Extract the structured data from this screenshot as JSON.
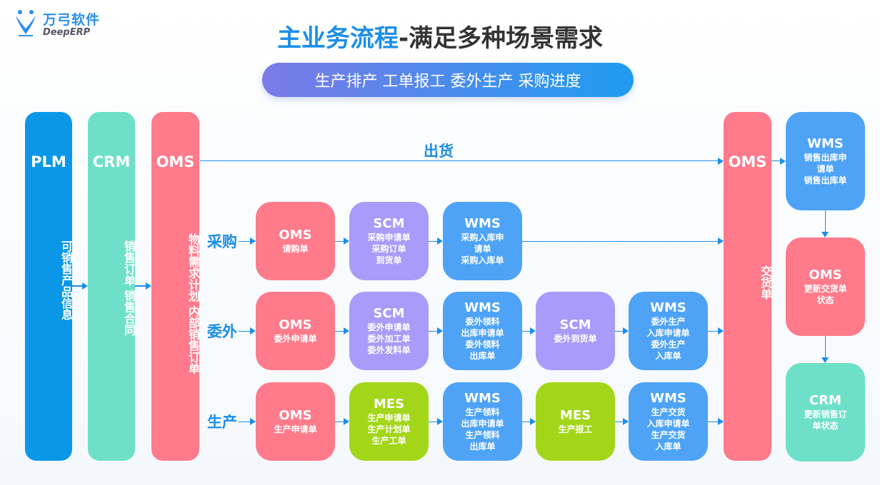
{
  "logo": {
    "cn": "万弓软件",
    "en": "DeepERP"
  },
  "title": {
    "highlight": "主业务流程",
    "rest": "-满足多种场景需求"
  },
  "subtitle": "生产排产 工单报工 委外生产 采购进度",
  "columns": {
    "plm": {
      "title": "PLM",
      "text": "可销售产品信息"
    },
    "crm": {
      "title": "CRM",
      "text": "销售订单 销售合同"
    },
    "oms": {
      "title": "OMS",
      "text": "物料需求计划 内部销售订单"
    },
    "oms_right": {
      "title": "OMS",
      "text": "交货单"
    }
  },
  "ship_label": "出货",
  "rows": [
    {
      "label": "采购",
      "boxes": [
        {
          "title": "OMS",
          "sub": "请购单",
          "color": "pink"
        },
        {
          "title": "SCM",
          "sub": "采购申请单\n采购订单\n到货单",
          "color": "purple"
        },
        {
          "title": "WMS",
          "sub": "采购入库申\n请单\n采购入库单",
          "color": "blue"
        }
      ]
    },
    {
      "label": "委外",
      "boxes": [
        {
          "title": "OMS",
          "sub": "委外申请单",
          "color": "pink"
        },
        {
          "title": "SCM",
          "sub": "委外申请单\n委外加工单\n委外发料单",
          "color": "purple"
        },
        {
          "title": "WMS",
          "sub": "委外领料\n出库申请单\n委外领料\n出库单",
          "color": "blue"
        },
        {
          "title": "SCM",
          "sub": "委外到货单",
          "color": "purple"
        },
        {
          "title": "WMS",
          "sub": "委外生产\n入库申请单\n委外生产\n入库单",
          "color": "blue"
        }
      ]
    },
    {
      "label": "生产",
      "boxes": [
        {
          "title": "OMS",
          "sub": "生产申请单",
          "color": "pink"
        },
        {
          "title": "MES",
          "sub": "生产申请单\n生产计划单\n生产工单",
          "color": "green"
        },
        {
          "title": "WMS",
          "sub": "生产领料\n出库申请单\n生产领料\n出库单",
          "color": "blue"
        },
        {
          "title": "MES",
          "sub": "生产报工",
          "color": "green"
        },
        {
          "title": "WMS",
          "sub": "生产交货\n入库申请单\n生产交货\n入库单",
          "color": "blue"
        }
      ]
    }
  ],
  "right": [
    {
      "title": "WMS",
      "sub": "销售出库申\n请单\n销售出库单",
      "color": "blue"
    },
    {
      "title": "OMS",
      "sub": "更新交货单\n状态",
      "color": "pink"
    },
    {
      "title": "CRM",
      "sub": "更新销售订\n单状态",
      "color": "teal"
    }
  ],
  "colors": {
    "pink": "#ff7b8b",
    "purple": "#a99bf9",
    "blue": "#4ea3f7",
    "green": "#a3d619",
    "teal": "#6fe0c8",
    "accent": "#1b8ee8"
  }
}
